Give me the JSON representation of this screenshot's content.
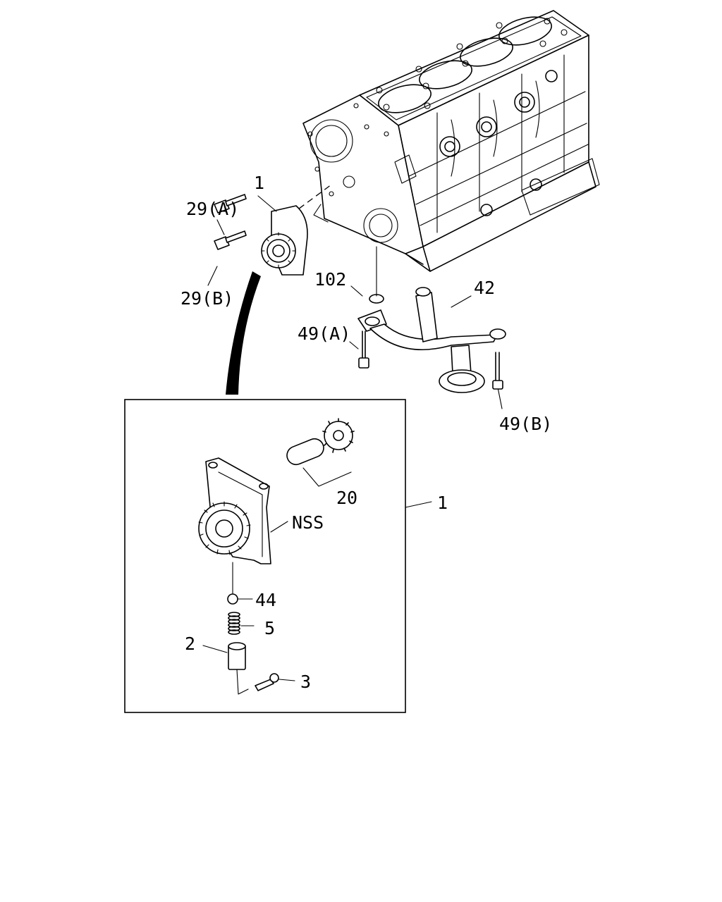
{
  "diagram": {
    "callouts": {
      "c1_top": "1",
      "c29a": "29(A)",
      "c29b": "29(B)",
      "c102": "102",
      "c42": "42",
      "c49a": "49(A)",
      "c49b": "49(B)",
      "c20": "20",
      "c1_detail": "1",
      "nss": "NSS",
      "c44": "44",
      "c5": "5",
      "c2": "2",
      "c3": "3"
    }
  }
}
